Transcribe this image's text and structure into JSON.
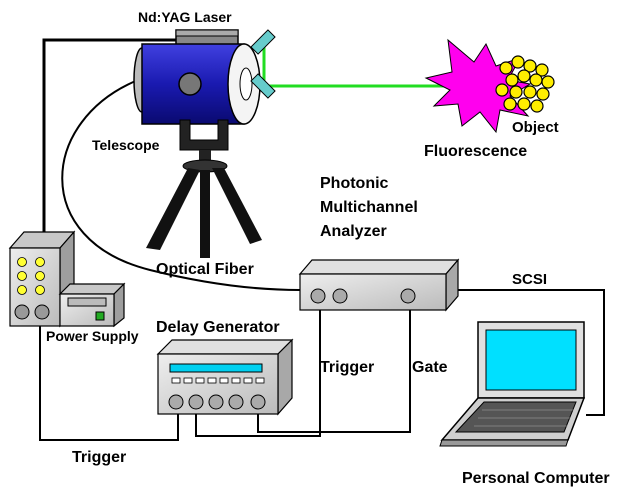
{
  "labels": {
    "laser": "Nd:YAG  Laser",
    "object": "Object",
    "fluorescence": "Fluorescence",
    "telescope": "Telescope",
    "pma_line1": "Photonic",
    "pma_line2": "Multichannel",
    "pma_line3": "Analyzer",
    "optical_fiber": "Optical Fiber",
    "scsi": "SCSI",
    "power_supply": "Power Supply",
    "delay_generator": "Delay Generator",
    "trigger_pma": "Trigger",
    "gate": "Gate",
    "trigger_bottom": "Trigger",
    "personal_computer": "Personal Computer"
  },
  "colors": {
    "telescope_body": "#1a1ab0",
    "laser_beam": "#22dd22",
    "fluorescence": "#ff00ee",
    "object_spheres": "#ffee00",
    "mirror": "#66cccc",
    "screen": "#00e0ff",
    "power_lights": "#ffff33",
    "equipment": "#d9d9d9"
  }
}
